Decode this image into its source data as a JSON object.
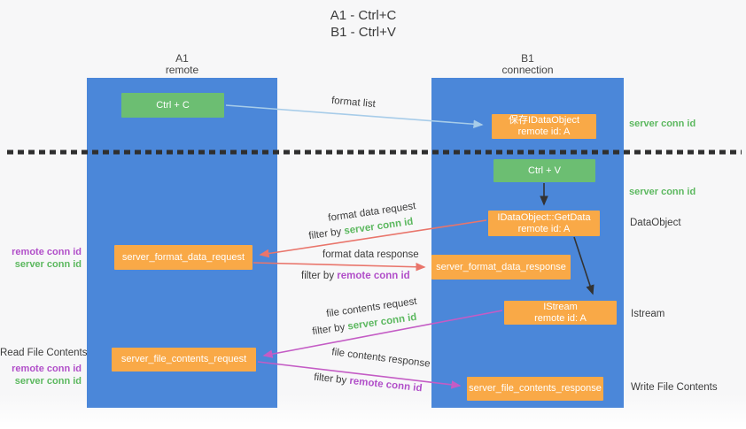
{
  "title": {
    "line1": "A1 - Ctrl+C",
    "line2": "B1 - Ctrl+V"
  },
  "columns": {
    "a1": {
      "name": "A1",
      "subtitle": "remote"
    },
    "b1": {
      "name": "B1",
      "subtitle": "connection"
    }
  },
  "nodes": {
    "ctrl_c": "Ctrl + C",
    "save_idataobject": {
      "line1": "保存IDataObject",
      "line2": "remote id: A"
    },
    "ctrl_v": "Ctrl + V",
    "getdata": {
      "line1": "IDataObject::GetData",
      "line2": "remote id: A"
    },
    "format_request": "server_format_data_request",
    "format_response": "server_format_data_response",
    "istream": {
      "line1": "IStream",
      "line2": "remote id: A"
    },
    "file_request": "server_file_contents_request",
    "file_response": "server_file_contents_response"
  },
  "arrow_labels": {
    "format_list": "format list",
    "format_data_request": "format data request",
    "format_data_response": "format data response",
    "file_contents_request": "file contents request",
    "file_contents_response": "file contents response",
    "filter_by": "filter by",
    "server_conn_id": "server conn id",
    "remote_conn_id": "remote conn id"
  },
  "side_labels": {
    "server_conn_id_top": "server conn id",
    "server_conn_id_mid": "server conn id",
    "dataobject": "DataObject",
    "istream": "Istream",
    "write_file_contents": "Write File Contents",
    "read_file_contents": "Read File Contents",
    "remote_conn_id_left1": "remote conn id",
    "server_conn_id_left1": "server conn id",
    "remote_conn_id_left2": "remote conn id",
    "server_conn_id_left2": "server conn id"
  },
  "colors": {
    "column_blue": "#4b87d9",
    "node_green": "#6cbe72",
    "node_orange": "#f9a947",
    "arrow_blue": "#a7cce9",
    "arrow_red": "#e9756b",
    "arrow_magenta": "#c45cc5",
    "arrow_black": "#333333",
    "text_green": "#5cb85f",
    "text_purple": "#b14fc9",
    "separator": "#2f2f2f"
  }
}
